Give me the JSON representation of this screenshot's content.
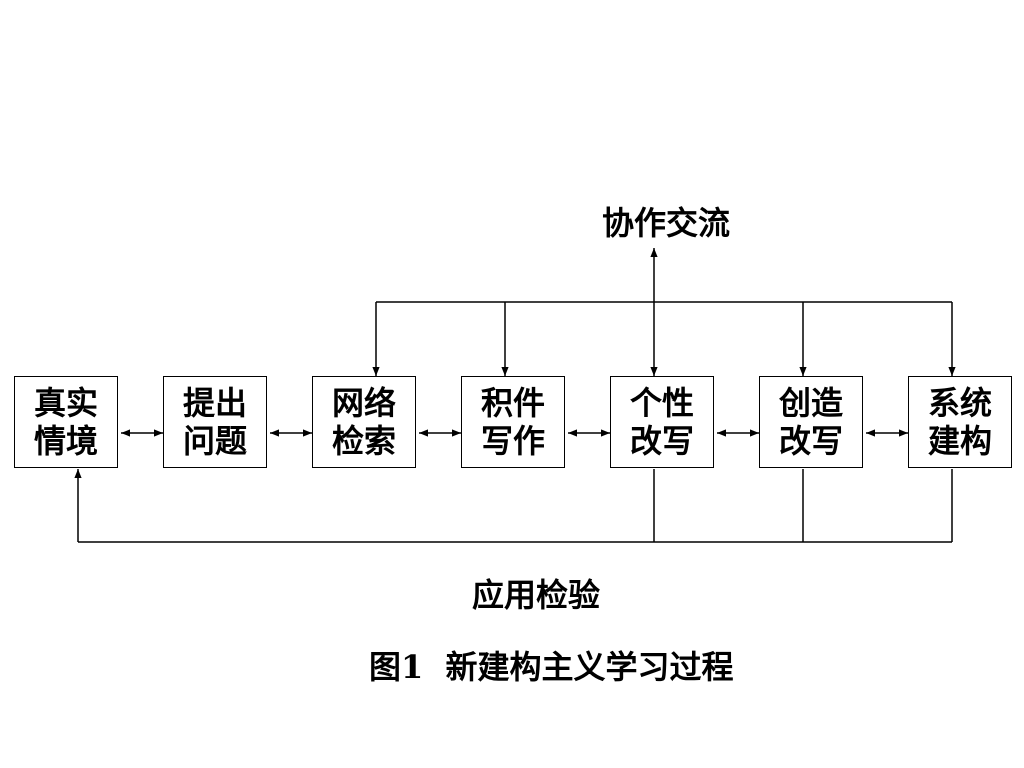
{
  "top_label": "协作交流",
  "bottom_label": "应用检验",
  "caption": "图1  新建构主义学习过程",
  "boxes": [
    {
      "line1": "真实",
      "line2": "情境"
    },
    {
      "line1": "提出",
      "line2": "问题"
    },
    {
      "line1": "网络",
      "line2": "检索"
    },
    {
      "line1": "积件",
      "line2": "写作"
    },
    {
      "line1": "个性",
      "line2": "改写"
    },
    {
      "line1": "创造",
      "line2": "改写"
    },
    {
      "line1": "系统",
      "line2": "建构"
    }
  ]
}
